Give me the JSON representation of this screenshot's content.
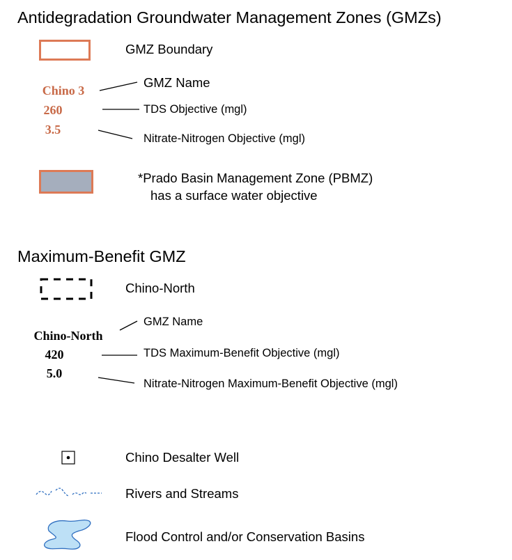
{
  "legend": {
    "gmz_section": {
      "title": "Antidegradation Groundwater Management Zones (GMZs)",
      "boundary_label": "GMZ Boundary",
      "example": {
        "zone_name": "Chino 3",
        "tds_value": "260",
        "nitrate_value": "3.5",
        "zone_name_label": "GMZ Name",
        "tds_label": "TDS Objective (mgl)",
        "nitrate_label": "Nitrate-Nitrogen Objective (mgl)"
      },
      "pbmz_label_line1": "*Prado Basin Management Zone (PBMZ)",
      "pbmz_label_line2": "has a surface water objective"
    },
    "max_benefit_section": {
      "title": "Maximum-Benefit GMZ",
      "boundary_label": "Chino-North",
      "example": {
        "zone_name": "Chino-North",
        "tds_value": "420",
        "nitrate_value": "5.0",
        "zone_name_label": "GMZ Name",
        "tds_label": "TDS Maximum-Benefit Objective (mgl)",
        "nitrate_label": "Nitrate-Nitrogen Maximum-Benefit Objective (mgl)"
      }
    },
    "other_features": [
      {
        "icon": "desalter-well-icon",
        "label": "Chino Desalter Well"
      },
      {
        "icon": "rivers-streams-icon",
        "label": "Rivers and Streams"
      },
      {
        "icon": "basin-icon",
        "label": "Flood Control and/or Conservation Basins"
      }
    ],
    "colors": {
      "gmz_outline": "#dd7a56",
      "gmz_text": "#c86a48",
      "pbmz_fill": "#a5aebd",
      "river_line": "#2f6fc0",
      "basin_fill": "#bde0f6",
      "basin_outline": "#2f6fc0"
    }
  }
}
